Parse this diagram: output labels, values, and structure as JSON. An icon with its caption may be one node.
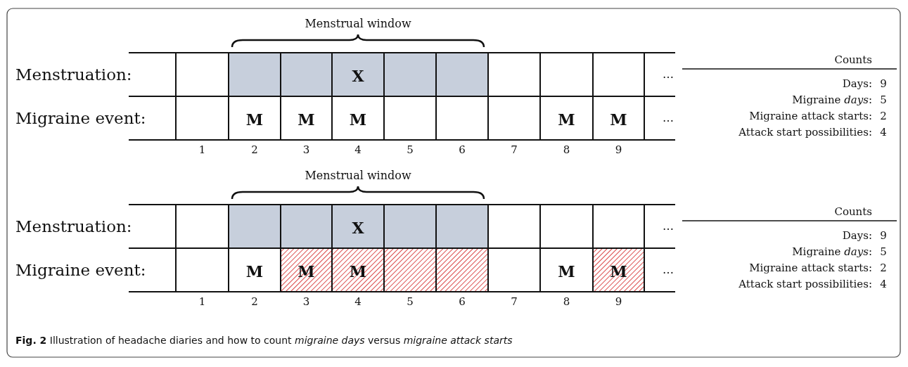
{
  "diagram": {
    "caption": "**Fig. 2** Illustration of headache diaries and how to count *migraine days* versus *migraine attack starts*",
    "labels": [
      "Menstrual window",
      "Menstruation:",
      "X",
      "…",
      "Migraine event:",
      "M",
      "M",
      "M",
      "M",
      "M",
      "…",
      "1",
      "2",
      "3",
      "4",
      "5",
      "6",
      "7",
      "8",
      "9",
      "Counts",
      "Days:",
      "9",
      "Migraine *days*:",
      "5",
      "Migraine attack starts:",
      "2",
      "Attack start possibilities:",
      "4",
      "Menstrual window",
      "Menstruation:",
      "X",
      "…",
      "Migraine event:",
      "M",
      "M",
      "M",
      "M",
      "M",
      "…",
      "1",
      "2",
      "3",
      "4",
      "5",
      "6",
      "7",
      "8",
      "9",
      "Counts",
      "Days:",
      "9",
      "Migraine *days*:",
      "5",
      "Migraine attack starts:",
      "2",
      "Attack start possibilities:",
      "4"
    ]
  }
}
